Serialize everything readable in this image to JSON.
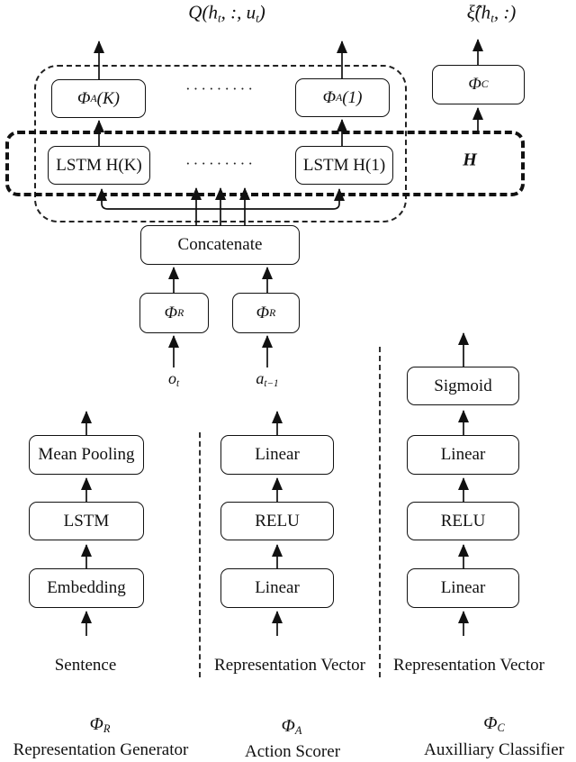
{
  "outputs": {
    "q": {
      "p1": "Q(h",
      "s1": "t",
      "p2": ", :, u",
      "s2": "t",
      "p3": ")"
    },
    "xi": {
      "p1": "ξ̂(h",
      "s1": "t",
      "p2": ", :)"
    }
  },
  "top": {
    "phi_ak": {
      "main": "Φ",
      "sub": "A",
      "tail": "(K)"
    },
    "phi_a1": {
      "main": "Φ",
      "sub": "A",
      "tail": "(1)"
    },
    "phi_c": {
      "main": "Φ",
      "sub": "C",
      "tail": ""
    },
    "lstm_hk": "LSTM H(K)",
    "lstm_h1": "LSTM H(1)",
    "h_label": "H",
    "dots_row1": "·········",
    "dots_row2": "·········",
    "concatenate": "Concatenate",
    "phi_r1": {
      "main": "Φ",
      "sub": "R"
    },
    "phi_r2": {
      "main": "Φ",
      "sub": "R"
    },
    "o_t": {
      "p1": "o",
      "s1": "t"
    },
    "a_t1": {
      "p1": "a",
      "s1": "t−1"
    }
  },
  "columns": {
    "left": {
      "boxes": [
        "Mean Pooling",
        "LSTM",
        "Embedding"
      ],
      "input": "Sentence"
    },
    "middle": {
      "boxes": [
        "Linear",
        "RELU",
        "Linear"
      ],
      "input": "Representation Vector"
    },
    "right": {
      "boxes": [
        "Sigmoid",
        "Linear",
        "RELU",
        "Linear"
      ],
      "input": "Representation Vector"
    }
  },
  "legend": {
    "r": {
      "main": "Φ",
      "sub": "R",
      "desc": "Representation Generator"
    },
    "a": {
      "main": "Φ",
      "sub": "A",
      "desc": "Action Scorer"
    },
    "c": {
      "main": "Φ",
      "sub": "C",
      "desc": "Auxilliary Classifier"
    }
  },
  "colors": {
    "ink": "#111111",
    "background": "#ffffff"
  }
}
